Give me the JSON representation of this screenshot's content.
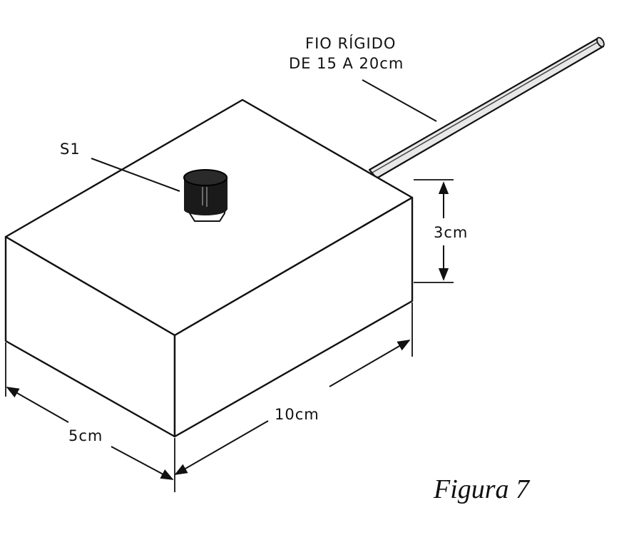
{
  "labels": {
    "wire_line1": "FIO RÍGIDO",
    "wire_line2": "DE 15 A 20cm",
    "switch": "S1",
    "height": "3cm",
    "length": "10cm",
    "width": "5cm"
  },
  "caption": "Figura 7",
  "colors": {
    "ink": "#111111",
    "paper": "#ffffff",
    "knob": "#1a1a1a"
  }
}
